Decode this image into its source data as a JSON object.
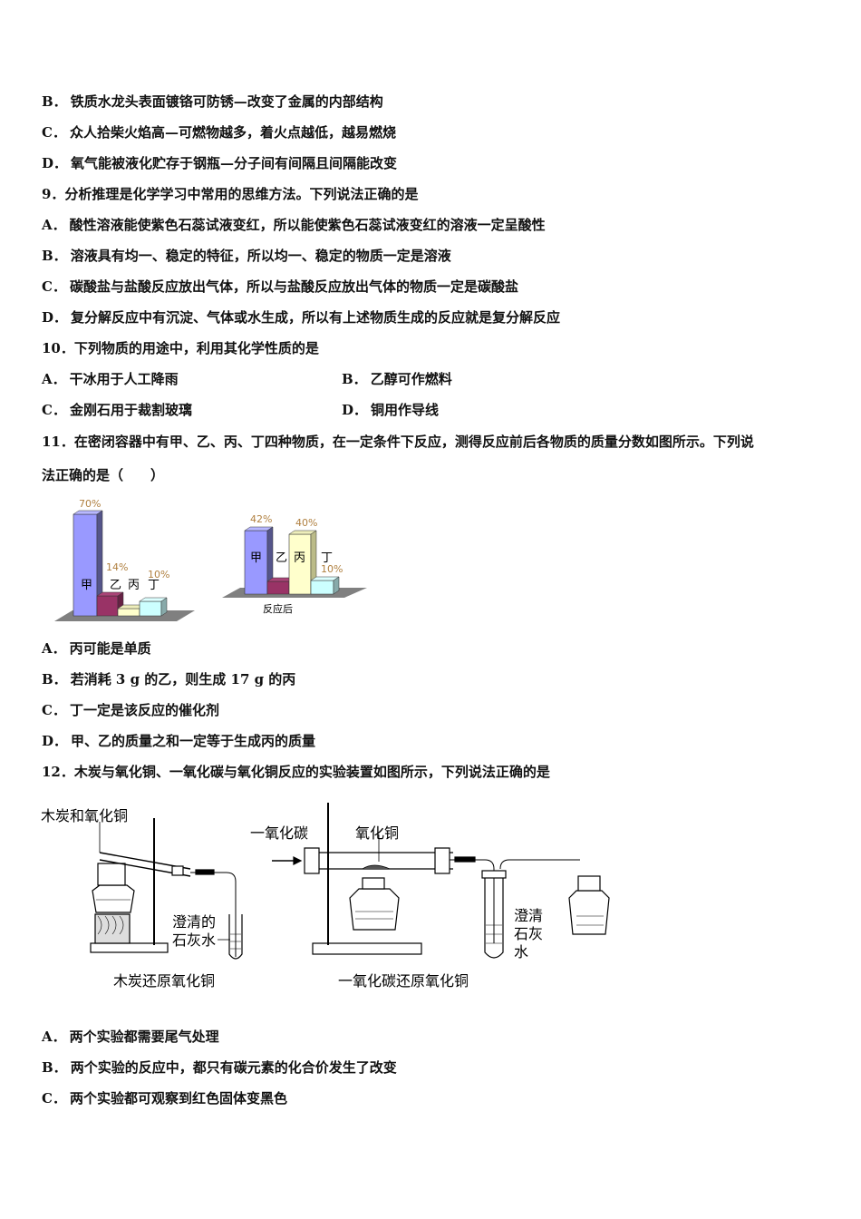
{
  "q8": {
    "options": [
      {
        "label": "B．",
        "text": "铁质水龙头表面镀铬可防锈—改变了金属的内部结构"
      },
      {
        "label": "C．",
        "text": "众人拾柴火焰高—可燃物越多，着火点越低，越易燃烧"
      },
      {
        "label": "D．",
        "text": "氧气能被液化贮存于钢瓶—分子间有间隔且间隔能改变"
      }
    ]
  },
  "q9": {
    "stem": "9．分析推理是化学学习中常用的思维方法。下列说法正确的是",
    "options": [
      {
        "label": "A．",
        "text": "酸性溶液能使紫色石蕊试液变红，所以能使紫色石蕊试液变红的溶液一定呈酸性"
      },
      {
        "label": "B．",
        "text": "溶液具有均一、稳定的特征，所以均一、稳定的物质一定是溶液"
      },
      {
        "label": "C．",
        "text": "碳酸盐与盐酸反应放出气体，所以与盐酸反应放出气体的物质一定是碳酸盐"
      },
      {
        "label": "D．",
        "text": "复分解反应中有沉淀、气体或水生成，所以有上述物质生成的反应就是复分解反应"
      }
    ]
  },
  "q10": {
    "stem": "10．下列物质的用途中，利用其化学性质的是",
    "options": [
      {
        "label": "A．",
        "text": "干冰用于人工降雨"
      },
      {
        "label": "B．",
        "text": "乙醇可作燃料"
      },
      {
        "label": "C．",
        "text": "金刚石用于裁割玻璃"
      },
      {
        "label": "D．",
        "text": "铜用作导线"
      }
    ]
  },
  "q11": {
    "stem_line1": "11．在密闭容器中有甲、乙、丙、丁四种物质，在一定条件下反应，测得反应前后各物质的质量分数如图所示。下列说",
    "stem_line2": "法正确的是（　　）",
    "options": [
      {
        "label": "A．",
        "text": "丙可能是单质"
      },
      {
        "label": "B．",
        "text": "若消耗 3 g 的乙，则生成 17 g 的丙"
      },
      {
        "label": "C．",
        "text": "丁一定是该反应的催化剂"
      },
      {
        "label": "D．",
        "text": "甲、乙的质量之和一定等于生成丙的质量"
      }
    ]
  },
  "chart_data": [
    {
      "type": "bar",
      "title": "",
      "caption": "",
      "categories": [
        "甲",
        "乙",
        "丙",
        "丁"
      ],
      "values": [
        70,
        14,
        6,
        10
      ],
      "value_labels": [
        "70%",
        "14%",
        "",
        "10%"
      ],
      "unit": "%",
      "colors": [
        "#9999ff",
        "#993366",
        "#ffffcc",
        "#ccffff"
      ]
    },
    {
      "type": "bar",
      "title": "",
      "caption": "反应后",
      "categories": [
        "甲",
        "乙",
        "丙",
        "丁"
      ],
      "values": [
        42,
        8,
        40,
        10
      ],
      "value_labels": [
        "42%",
        "",
        "40%",
        "10%"
      ],
      "unit": "%",
      "colors": [
        "#9999ff",
        "#993366",
        "#ffffcc",
        "#ccffff"
      ]
    }
  ],
  "q12": {
    "stem": "12．木炭与氧化铜、一氧化碳与氧化铜反应的实验装置如图所示，下列说法正确的是",
    "figure": {
      "left_label_top": "木炭和氧化铜",
      "left_label_water_1": "澄清的",
      "left_label_water_2": "石灰水",
      "left_caption": "木炭还原氧化铜",
      "right_label_gas": "一氧化碳",
      "right_label_cuo": "氧化铜",
      "right_label_water_1": "澄清",
      "right_label_water_2": "石灰",
      "right_label_water_3": "水",
      "right_caption": "一氧化碳还原氧化铜"
    },
    "options": [
      {
        "label": "A．",
        "text": "两个实验都需要尾气处理"
      },
      {
        "label": "B．",
        "text": "两个实验的反应中，都只有碳元素的化合价发生了改变"
      },
      {
        "label": "C．",
        "text": "两个实验都可观察到红色固体变黑色"
      }
    ]
  }
}
